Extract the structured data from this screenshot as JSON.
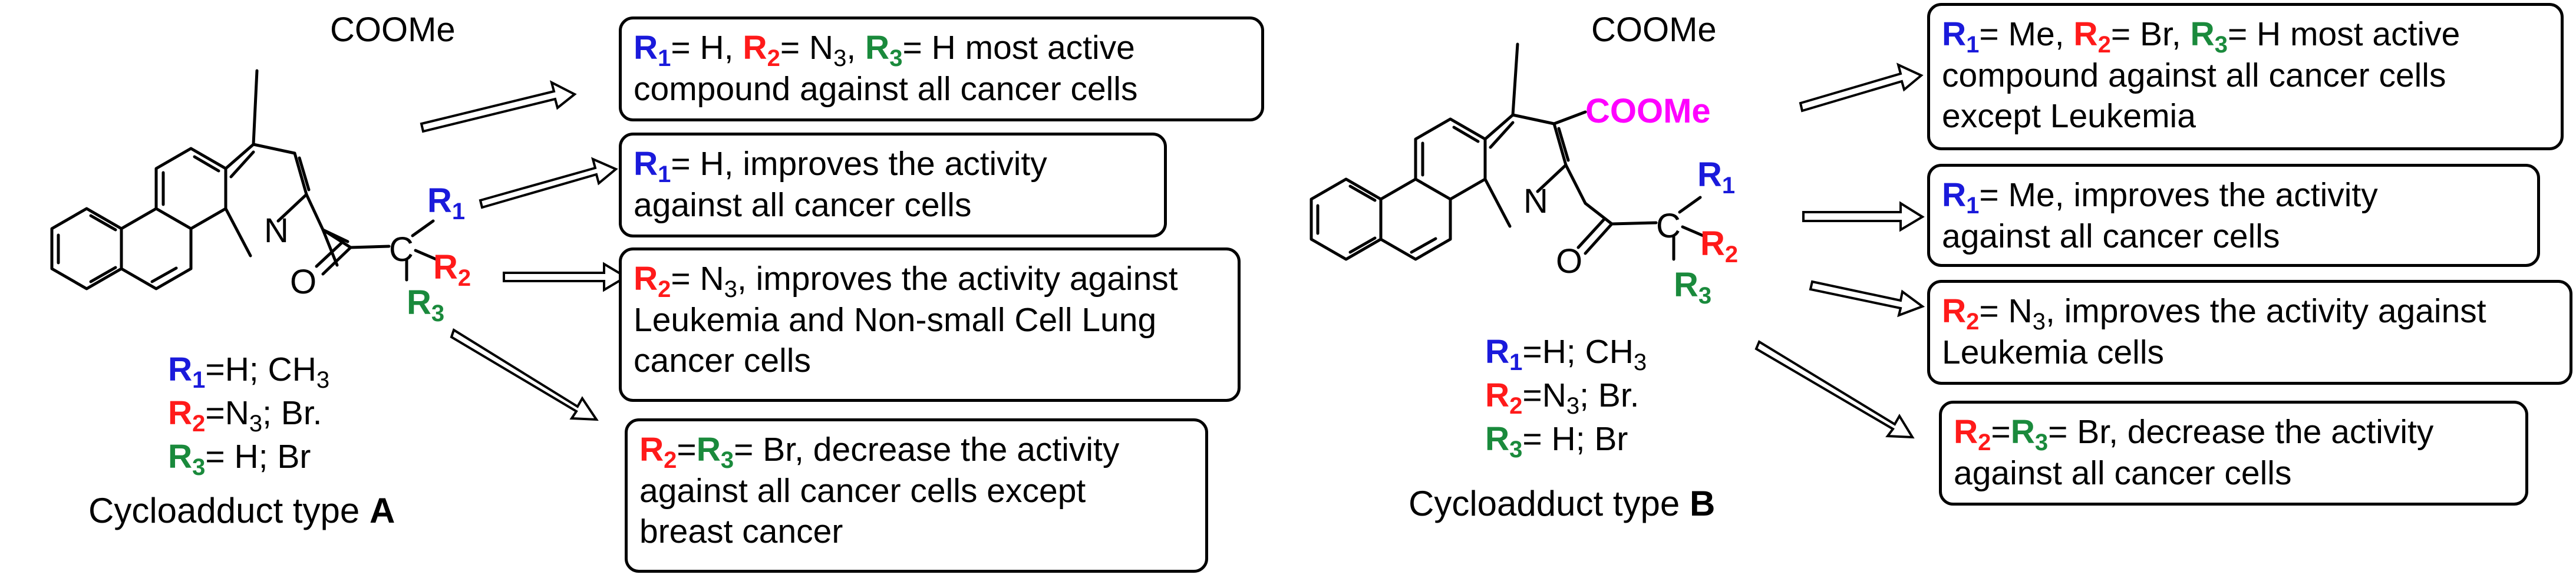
{
  "panels": [
    {
      "ester_top": "COOMe",
      "nitrogen": "N",
      "oxygen": "O",
      "carbon": "C",
      "r1": "R",
      "r1_sub": "1",
      "r2": "R",
      "r2_sub": "2",
      "r3": "R",
      "r3_sub": "3",
      "legend": [
        {
          "r": "R",
          "sub": "1",
          "text": "=H; CH",
          "tail_sub": "3",
          "tail": ""
        },
        {
          "r": "R",
          "sub": "2",
          "text": "=N",
          "tail_sub": "3",
          "tail": "; Br."
        },
        {
          "r": "R",
          "sub": "3",
          "text": "= H; Br",
          "tail_sub": "",
          "tail": ""
        }
      ],
      "caption_text": "Cycloadduct type",
      "caption_letter": "A",
      "boxes": [
        {
          "lines": [
            "compound against all cancer cells"
          ]
        },
        {
          "lines": [
            "against all cancer cells"
          ]
        },
        {
          "lines": [
            "Leukemia and Non-small Cell Lung",
            "cancer cells"
          ]
        },
        {
          "lines": [
            "against all cancer cells except",
            "breast cancer"
          ]
        }
      ],
      "b1_r1": "R",
      "b1_r1s": "1",
      "b1_r1v": "= H,",
      "b1_r2": "R",
      "b1_r2s": "2",
      "b1_r2v": "= N",
      "b1_r2vs": "3",
      "b1_r2end": ",",
      "b1_r3": "R",
      "b1_r3s": "3",
      "b1_r3v": "= H  most active",
      "b2_r": "R",
      "b2_rs": "1",
      "b2_text": "= H, improves the activity",
      "b3_r": "R",
      "b3_rs": "2",
      "b3_text": "= N",
      "b3_ts": "3",
      "b3_end": ", improves the activity against",
      "b4_ra": "R",
      "b4_ras": "2",
      "b4_eq": "=",
      "b4_rb": "R",
      "b4_rbs": "3",
      "b4_text": "= Br, decrease the activity"
    },
    {
      "ester_top": "COOMe",
      "ester_side": "COOMe",
      "nitrogen": "N",
      "oxygen": "O",
      "carbon": "C",
      "r1": "R",
      "r1_sub": "1",
      "r2": "R",
      "r2_sub": "2",
      "r3": "R",
      "r3_sub": "3",
      "legend": [
        {
          "r": "R",
          "sub": "1",
          "text": "=H; CH",
          "tail_sub": "3",
          "tail": ""
        },
        {
          "r": "R",
          "sub": "2",
          "text": "=N",
          "tail_sub": "3",
          "tail": "; Br."
        },
        {
          "r": "R",
          "sub": "3",
          "text": "= H; Br",
          "tail_sub": "",
          "tail": ""
        }
      ],
      "caption_text": "Cycloadduct type",
      "caption_letter": "B",
      "boxes": [
        {
          "lines": [
            "compound against all cancer cells",
            "except Leukemia"
          ]
        },
        {
          "lines": [
            "against all cancer cells"
          ]
        },
        {
          "lines": [
            "Leukemia cells"
          ]
        },
        {
          "lines": [
            "against all cancer cells"
          ]
        }
      ],
      "b1_r1": "R",
      "b1_r1s": "1",
      "b1_r1v": "= Me,",
      "b1_r2": "R",
      "b1_r2s": "2",
      "b1_r2v": "= Br,",
      "b1_r3": "R",
      "b1_r3s": "3",
      "b1_r3v": "= H  most active",
      "b2_r": "R",
      "b2_rs": "1",
      "b2_text": "= Me, improves the activity",
      "b3_r": "R",
      "b3_rs": "2",
      "b3_text": "= N",
      "b3_ts": "3",
      "b3_end": ", improves the activity against",
      "b4_ra": "R",
      "b4_ras": "2",
      "b4_eq": "=",
      "b4_rb": "R",
      "b4_rbs": "3",
      "b4_text": "= Br, decrease the activity"
    }
  ],
  "colors": {
    "r1": "#1a1adb",
    "r2": "#ff1a1a",
    "r3": "#1a8a3c",
    "ester_highlight": "#ff00ff"
  }
}
